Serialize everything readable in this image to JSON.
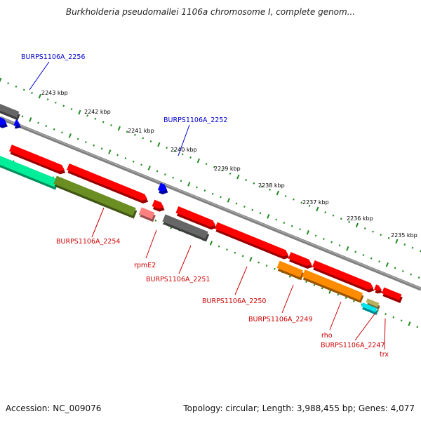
{
  "title": "Burkholderia pseudomallei 1106a chromosome I, complete genom...",
  "footer": {
    "accession": "Accession: NC_009076",
    "topology": "Topology: circular; Length: 3,988,455 bp; Genes: 4,077"
  },
  "kbp_labels": [
    "2243 kbp",
    "2242 kbp",
    "2241 kbp",
    "2240 kbp",
    "2239 kbp",
    "2238 kbp",
    "2237 kbp",
    "2236 kbp",
    "2235 kbp"
  ],
  "gene_labels": {
    "b2256": "BURPS1106A_2256",
    "b2252": "BURPS1106A_2252",
    "b2254": "BURPS1106A_2254",
    "rpmE2": "rpmE2",
    "b2251": "BURPS1106A_2251",
    "b2250": "BURPS1106A_2250",
    "b2249": "BURPS1106A_2249",
    "rho": "rho",
    "b2247": "BURPS1106A_2247",
    "trx": "trx"
  },
  "colors": {
    "cds": "#ff0000",
    "rrna": "#00ee99",
    "misc": "#6b8e23",
    "orange": "#ff8c00",
    "gray": "#666666",
    "pink": "#ff8080",
    "repeat": "#0000ff",
    "cyan": "#00e5ee",
    "tan": "#b8b060",
    "tick": "#228b22",
    "label_red": "#cc0000",
    "label_blue": "#0000cc"
  }
}
